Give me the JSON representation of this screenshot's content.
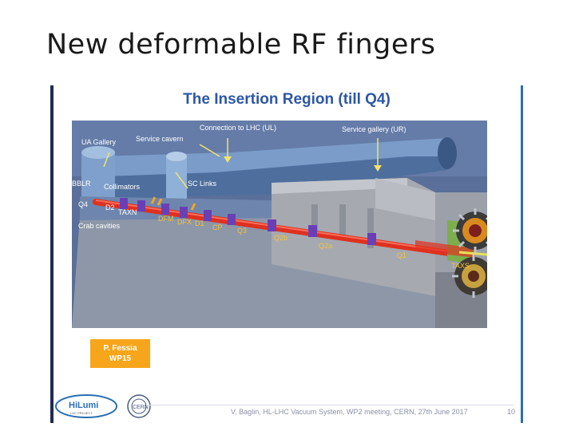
{
  "slide": {
    "title": "New deformable RF fingers"
  },
  "figure": {
    "title": "The Insertion Region (till Q4)",
    "labels": {
      "connection": "Connection to LHC (UL)",
      "service_gallery": "Service gallery (UR)",
      "ua_gallery": "UA Gallery",
      "service_cavern": "Service cavern",
      "sc_links": "SC Links",
      "bblr": "BBLR",
      "collimators": "Collimators",
      "q4": "Q4",
      "d2": "D2",
      "taxn": "TAXN",
      "dfm": "DFM",
      "dfx": "DFX",
      "d1": "D1",
      "cp": "CP",
      "q3": "Q3",
      "q2b": "Q2b",
      "q2a": "Q2a",
      "q1": "Q1",
      "taxs": "TAXS",
      "crab_cavities": "Crab cavities"
    },
    "attribution": {
      "line1": "P. Fessia",
      "line2": "WP15"
    },
    "footer": "V. Baglin, HL-LHC Vacuum System, WP2 meeting, CERN, 27th June 2017",
    "page_number": "10",
    "logos": {
      "hilumi": "HiLumi",
      "hilumi_sub": "LHC PROJECT",
      "cern": "CERN"
    }
  },
  "colors": {
    "title_blue": "#2c56a8",
    "beam_red": "#e0301e",
    "tunnel_blue": "#5f86b7",
    "orange_box": "#f7a51b",
    "magnet_purple": "#6a3fb5"
  },
  "icons": [
    "hilumi-logo-icon",
    "cern-logo-icon",
    "detector-icon"
  ]
}
